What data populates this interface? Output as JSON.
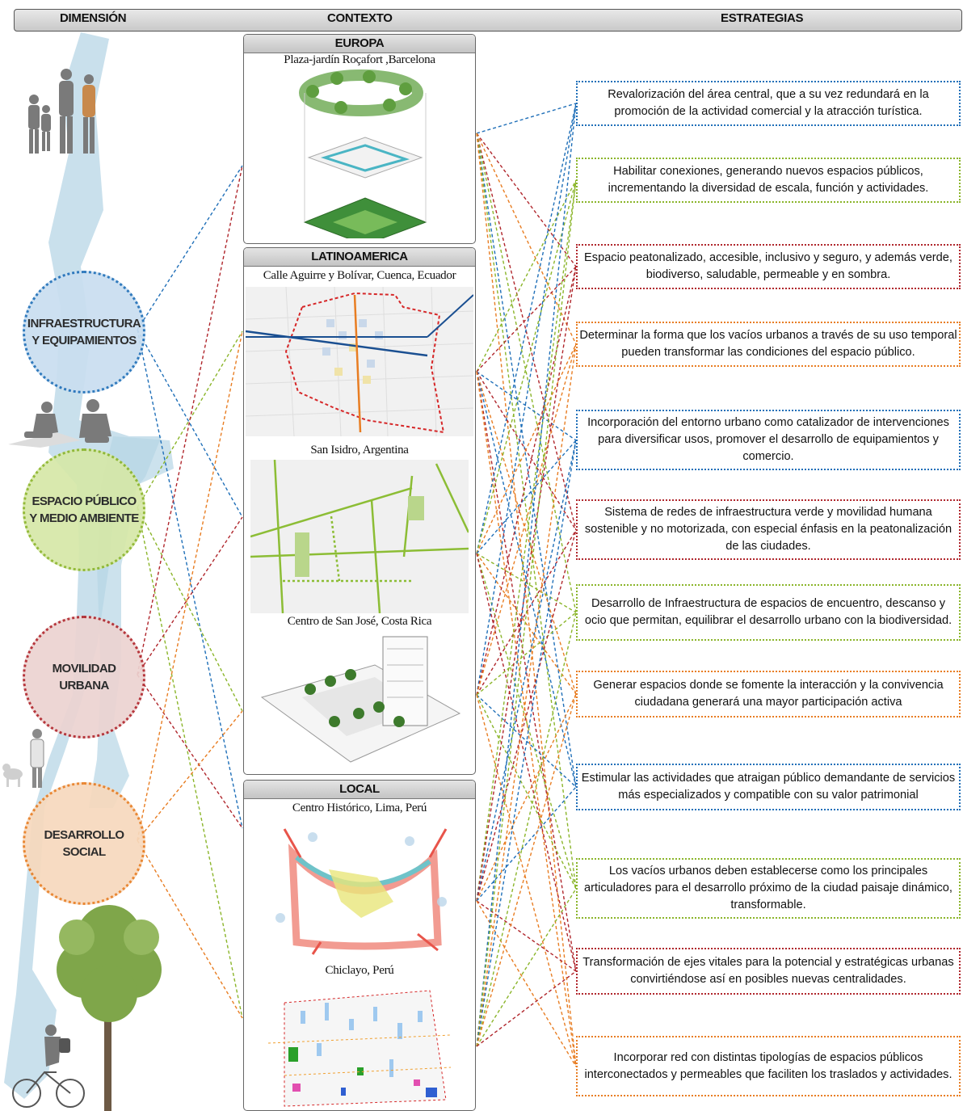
{
  "header": {
    "dimension_label": "DIMENSIÓN",
    "context_label": "CONTEXTO",
    "strategies_label": "ESTRATEGIAS"
  },
  "dimensions": [
    {
      "label_line1": "INFRAESTRUCTURA",
      "label_line2": "Y EQUIPAMIENTOS",
      "color": "#1f6fb8",
      "fill": "#c9def0"
    },
    {
      "label_line1": "ESPACIO PÚBLICO",
      "label_line2": "Y MEDIO AMBIENTE",
      "color": "#8bb52a",
      "fill": "#d6e8a8"
    },
    {
      "label_line1": "MOVILIDAD",
      "label_line2": "URBANA",
      "color": "#b0262c",
      "fill": "#ecd3d1"
    },
    {
      "label_line1": "DESARROLLO",
      "label_line2": "SOCIAL",
      "color": "#e87d22",
      "fill": "#f7d9bd"
    }
  ],
  "context": {
    "europa": {
      "title": "EUROPA",
      "cases": [
        "Plaza-jardín Roçafort ,Barcelona"
      ]
    },
    "latinoamerica": {
      "title": "LATINOAMERICA",
      "cases": [
        "Calle Aguirre y Bolívar, Cuenca, Ecuador",
        "San Isidro, Argentina",
        "Centro de San José, Costa Rica"
      ]
    },
    "local": {
      "title": "LOCAL",
      "cases": [
        "Centro Histórico, Lima, Perú",
        "Chiclayo, Perú"
      ]
    }
  },
  "strategies": [
    {
      "text": "Revalorización del área central, que a su vez redundará en la promoción de la actividad comercial y la atracción turística.",
      "color": "#1f6fb8"
    },
    {
      "text": "Habilitar conexiones, generando nuevos espacios públicos, incrementando la diversidad de escala, función y actividades.",
      "color": "#8bb52a"
    },
    {
      "text": "Espacio peatonalizado, accesible, inclusivo y seguro, y además verde, biodiverso, saludable, permeable y en sombra.",
      "color": "#b0262c"
    },
    {
      "text": "Determinar la forma que los vacíos urbanos a través de su uso temporal pueden transformar las condiciones del espacio público.",
      "color": "#e87d22"
    },
    {
      "text": "Incorporación del entorno urbano como catalizador de intervenciones para diversificar usos, promover el desarrollo de equipamientos y comercio.",
      "color": "#1f6fb8"
    },
    {
      "text": "Sistema de redes de infraestructura verde y movilidad humana sostenible y no motorizada, con especial énfasis en la peatonalización de las ciudades.",
      "color": "#b0262c"
    },
    {
      "text": "Desarrollo de Infraestructura de espacios de encuentro, descanso y ocio que permitan, equilibrar el desarrollo urbano con la biodiversidad.",
      "color": "#8bb52a"
    },
    {
      "text": "Generar espacios donde se fomente la interacción y la convivencia ciudadana generará una mayor participación activa",
      "color": "#e87d22"
    },
    {
      "text": "Estimular las actividades que atraigan público demandante de servicios más especializados y compatible con su valor patrimonial",
      "color": "#1f6fb8"
    },
    {
      "text": "Los vacíos urbanos deben establecerse como los principales articuladores para el desarrollo próximo de la ciudad paisaje dinámico, transformable.",
      "color": "#8bb52a"
    },
    {
      "text": "Transformación de ejes vitales para la potencial y estratégicas urbanas convirtiéndose así en posibles nuevas centralidades.",
      "color": "#b0262c"
    },
    {
      "text": "Incorporar red con distintas tipologías de espacios públicos interconectados y permeables que faciliten los traslados y actividades.",
      "color": "#e87d22"
    }
  ]
}
